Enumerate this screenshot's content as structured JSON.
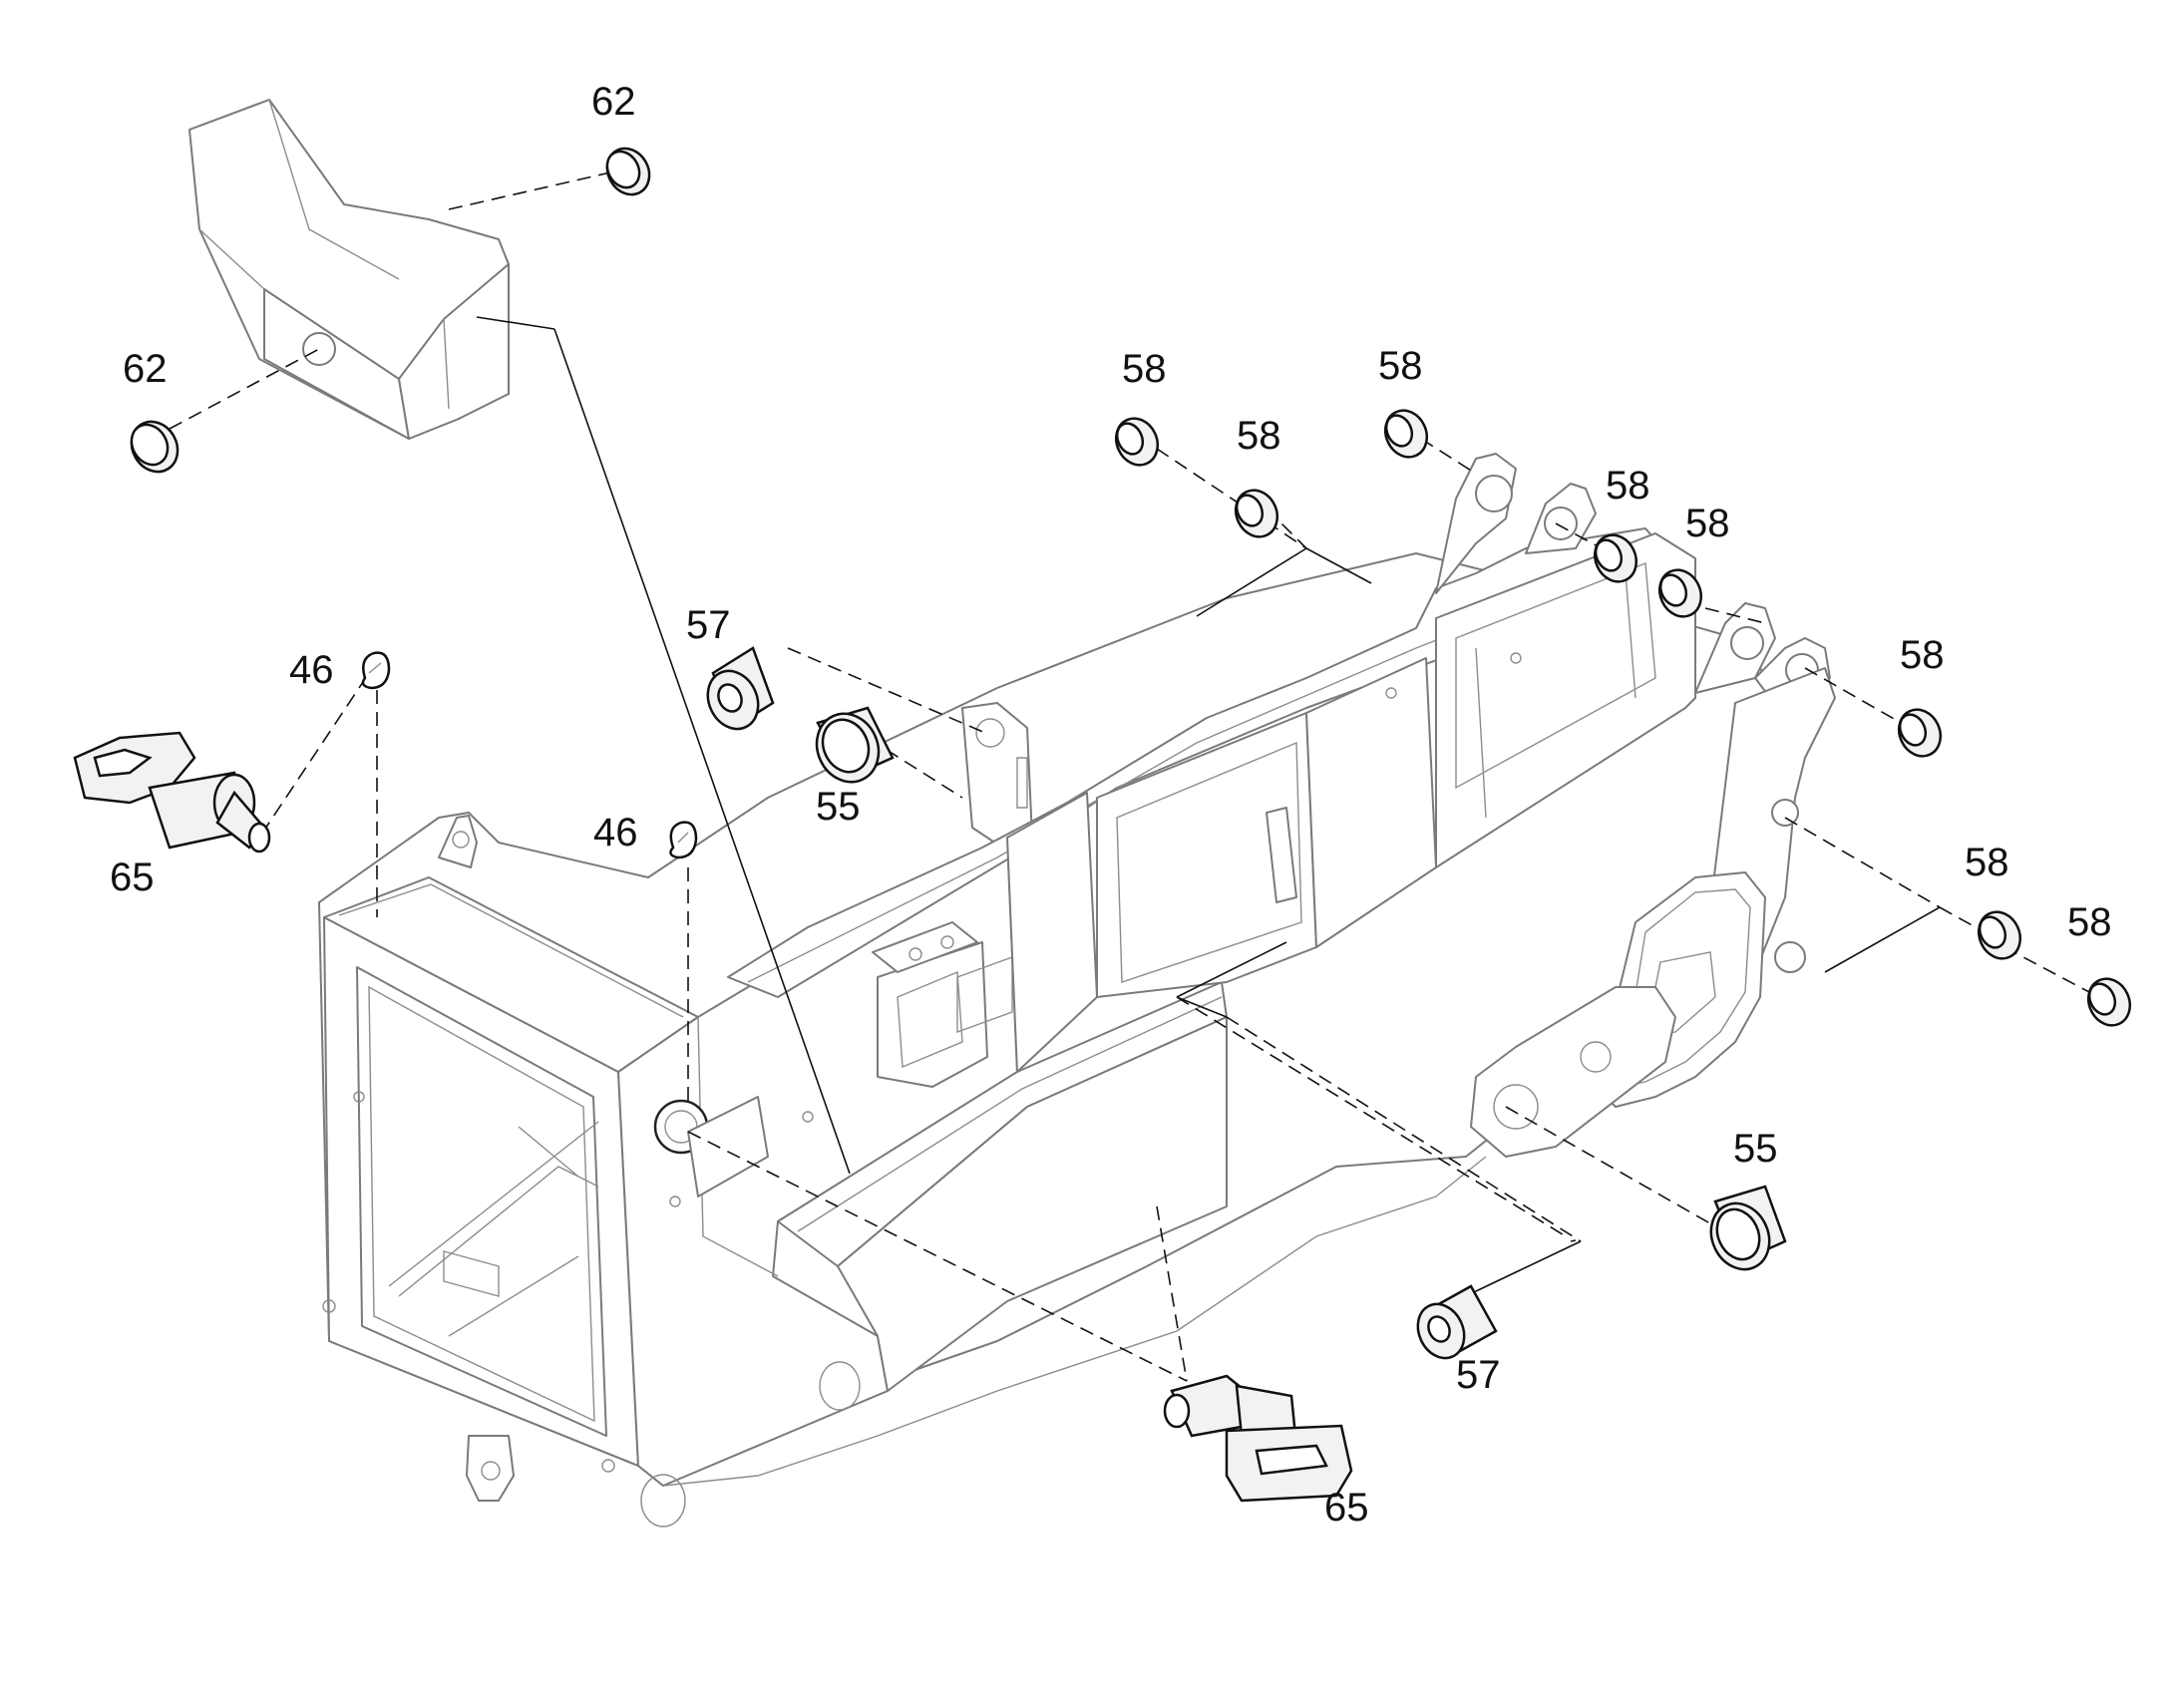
{
  "callouts": {
    "c62_top": "62",
    "c62_left": "62",
    "c58_a": "58",
    "c58_b": "58",
    "c58_c": "58",
    "c58_d": "58",
    "c58_e": "58",
    "c58_f": "58",
    "c58_g": "58",
    "c58_h": "58",
    "c57_top": "57",
    "c57_bottom": "57",
    "c55_top": "55",
    "c55_right": "55",
    "c46_left": "46",
    "c46_mid": "46",
    "c65_left": "65",
    "c65_bottom": "65"
  }
}
